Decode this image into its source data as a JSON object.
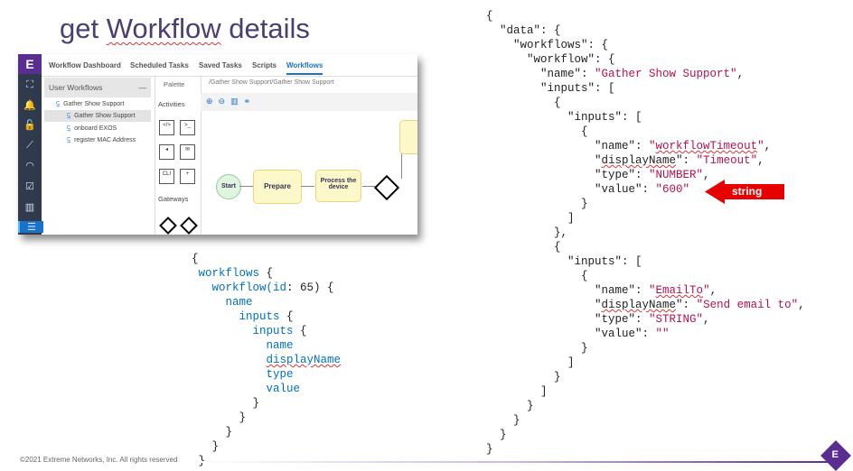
{
  "title": {
    "pre": "get ",
    "word": "Workflow",
    "post": " details"
  },
  "app": {
    "logo": "E",
    "tabs": [
      "Workflow Dashboard",
      "Scheduled Tasks",
      "Saved Tasks",
      "Scripts",
      "Workflows"
    ],
    "active_tab": "Workflows",
    "panel_title": "User Workflows",
    "collapse": "—",
    "tree": [
      "Gather Show Support",
      "Gather Show Support",
      "onboard EXOS",
      "register MAC Address"
    ],
    "palette": "Palette",
    "activities": "Activities",
    "gateways": "Gateways",
    "breadcrumb": "/Gather Show Support/Gather Show Support",
    "toolbar": "⊕⊖▥⚭",
    "nodes": {
      "start": "Start",
      "prepare": "Prepare",
      "process": "Process the device"
    }
  },
  "query": [
    [
      [
        "{",
        "p"
      ]
    ],
    [
      [
        " workflows ",
        "k"
      ],
      [
        "{",
        "p"
      ]
    ],
    [
      [
        "   workflow(",
        "k"
      ],
      [
        "id",
        "k"
      ],
      [
        ": 65) {",
        "p"
      ]
    ],
    [
      [
        "     name",
        "k"
      ]
    ],
    [
      [
        "       inputs ",
        "k"
      ],
      [
        "{",
        "p"
      ]
    ],
    [
      [
        "         inputs ",
        "k"
      ],
      [
        "{",
        "p"
      ]
    ],
    [
      [
        "           name",
        "k"
      ]
    ],
    [
      [
        "           ",
        "k"
      ],
      [
        "displayName",
        "k u"
      ]
    ],
    [
      [
        "           type",
        "k"
      ]
    ],
    [
      [
        "           value",
        "k"
      ]
    ],
    [
      [
        "         }",
        "p"
      ]
    ],
    [
      [
        "       }",
        "p"
      ]
    ],
    [
      [
        "     }",
        "p"
      ]
    ],
    [
      [
        "   }",
        "p"
      ]
    ],
    [
      [
        " }",
        "p"
      ]
    ]
  ],
  "response": [
    [
      [
        "{",
        "p"
      ]
    ],
    [
      [
        "  \"data\": {",
        "p"
      ]
    ],
    [
      [
        "    \"workflows\": {",
        "p"
      ]
    ],
    [
      [
        "      \"workflow\": {",
        "p"
      ]
    ],
    [
      [
        "        \"name\": ",
        "p"
      ],
      [
        "\"Gather Show Support\"",
        "s"
      ],
      [
        ",",
        "p"
      ]
    ],
    [
      [
        "        \"inputs\": [",
        "p"
      ]
    ],
    [
      [
        "          {",
        "p"
      ]
    ],
    [
      [
        "            \"inputs\": [",
        "p"
      ]
    ],
    [
      [
        "              {",
        "p"
      ]
    ],
    [
      [
        "                \"name\": ",
        "p"
      ],
      [
        "\"",
        "s"
      ],
      [
        "workflowTimeout",
        "s u"
      ],
      [
        "\"",
        "s"
      ],
      [
        ",",
        "p"
      ]
    ],
    [
      [
        "                \"",
        "p"
      ],
      [
        "displayName",
        "p u"
      ],
      [
        "\": ",
        "p"
      ],
      [
        "\"Timeout\"",
        "s"
      ],
      [
        ",",
        "p"
      ]
    ],
    [
      [
        "                \"type\": ",
        "p"
      ],
      [
        "\"NUMBER\"",
        "s"
      ],
      [
        ",",
        "p"
      ]
    ],
    [
      [
        "                \"value\": ",
        "p"
      ],
      [
        "\"600\"",
        "s"
      ]
    ],
    [
      [
        "              }",
        "p"
      ]
    ],
    [
      [
        "            ]",
        "p"
      ]
    ],
    [
      [
        "          },",
        "p"
      ]
    ],
    [
      [
        "          {",
        "p"
      ]
    ],
    [
      [
        "            \"inputs\": [",
        "p"
      ]
    ],
    [
      [
        "              {",
        "p"
      ]
    ],
    [
      [
        "                \"name\": ",
        "p"
      ],
      [
        "\"",
        "s"
      ],
      [
        "EmailTo",
        "s u"
      ],
      [
        "\"",
        "s"
      ],
      [
        ",",
        "p"
      ]
    ],
    [
      [
        "                \"",
        "p"
      ],
      [
        "displayName",
        "p u"
      ],
      [
        "\": ",
        "p"
      ],
      [
        "\"Send email to\"",
        "s"
      ],
      [
        ",",
        "p"
      ]
    ],
    [
      [
        "                \"type\": ",
        "p"
      ],
      [
        "\"STRING\"",
        "s"
      ],
      [
        ",",
        "p"
      ]
    ],
    [
      [
        "                \"value\": ",
        "p"
      ],
      [
        "\"\"",
        "s"
      ]
    ],
    [
      [
        "              }",
        "p"
      ]
    ],
    [
      [
        "            ]",
        "p"
      ]
    ],
    [
      [
        "          }",
        "p"
      ]
    ],
    [
      [
        "        ]",
        "p"
      ]
    ],
    [
      [
        "      }",
        "p"
      ]
    ],
    [
      [
        "    }",
        "p"
      ]
    ],
    [
      [
        "  }",
        "p"
      ]
    ],
    [
      [
        "}",
        "p"
      ]
    ]
  ],
  "callout": "string",
  "footer": "©2021 Extreme Networks, Inc.  All rights reserved",
  "colors": {
    "brand": "#5a2d91",
    "callout": "#e60000",
    "key": "#0070c0",
    "string": "#b5124a"
  }
}
